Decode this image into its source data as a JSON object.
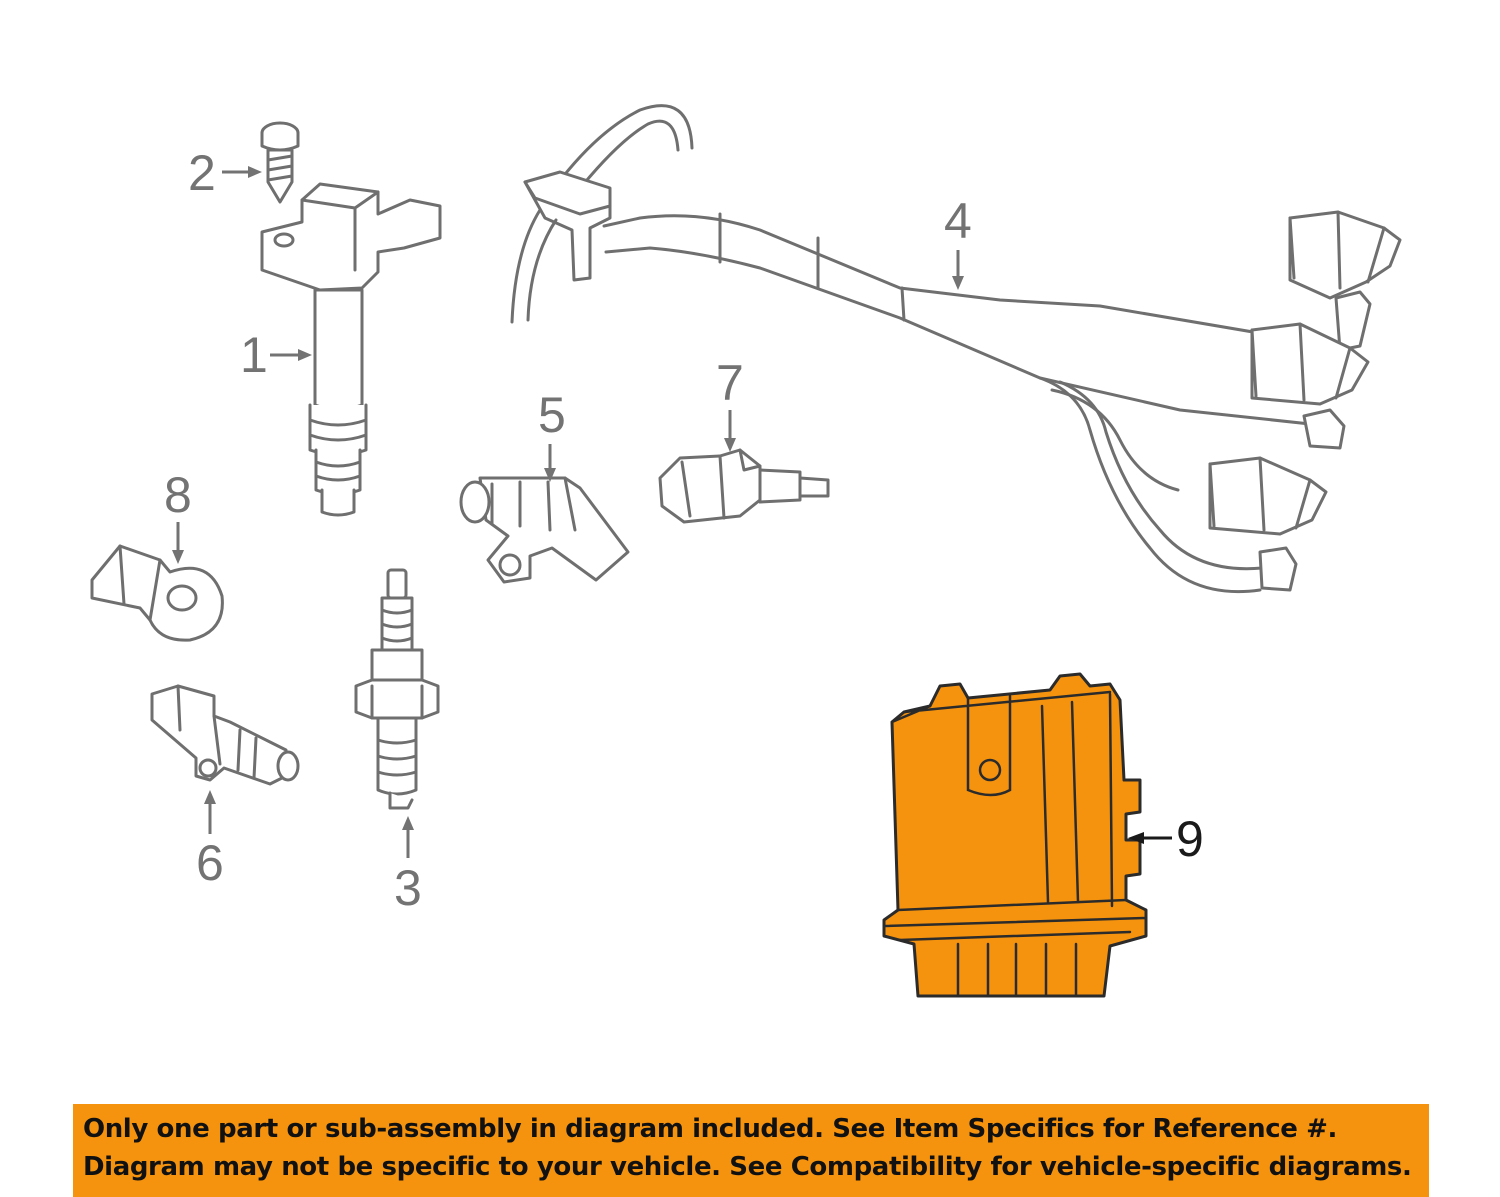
{
  "callouts": {
    "c1": "1",
    "c2": "2",
    "c3": "3",
    "c4": "4",
    "c5": "5",
    "c6": "6",
    "c7": "7",
    "c8": "8",
    "c9": "9"
  },
  "highlight": {
    "callout": "9",
    "color": "#f5930f"
  },
  "banner": {
    "line1": "Only one part or sub-assembly in diagram included. See Item Specifics for Reference #.",
    "line2": "Diagram may not be specific to your vehicle. See Compatibility for vehicle-specific diagrams."
  }
}
